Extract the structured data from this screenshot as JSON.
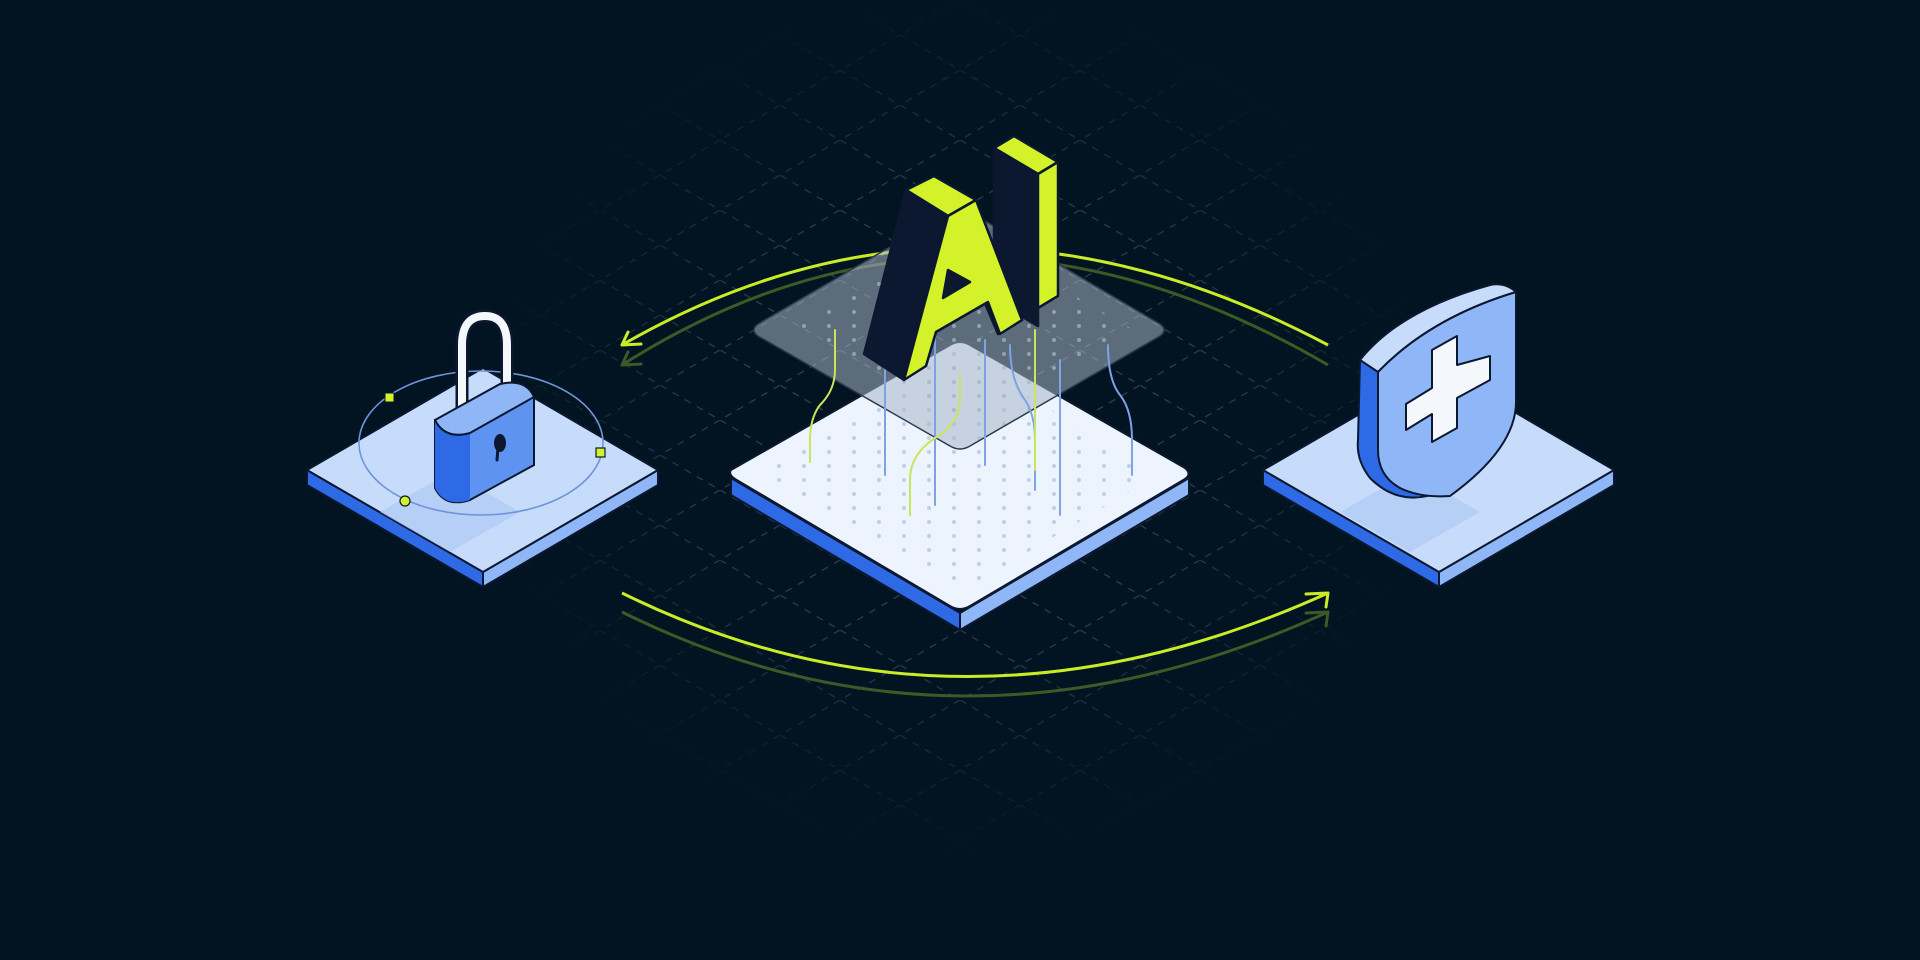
{
  "illustration": {
    "label": "AI",
    "colors": {
      "background": "#021321",
      "accent_lime": "#d4f22a",
      "platform_top": "#c7dcfb",
      "platform_center_top": "#eef4fe",
      "platform_side_dark": "#2f6ae6",
      "platform_side_light": "#8fb6f6",
      "icon_blue": "#5e93f2",
      "grid_line": "#3a4a5c",
      "outline": "#0b1830"
    },
    "icons": [
      "lock-icon",
      "shield-plus-icon",
      "ai-letters",
      "circular-arrows"
    ]
  }
}
